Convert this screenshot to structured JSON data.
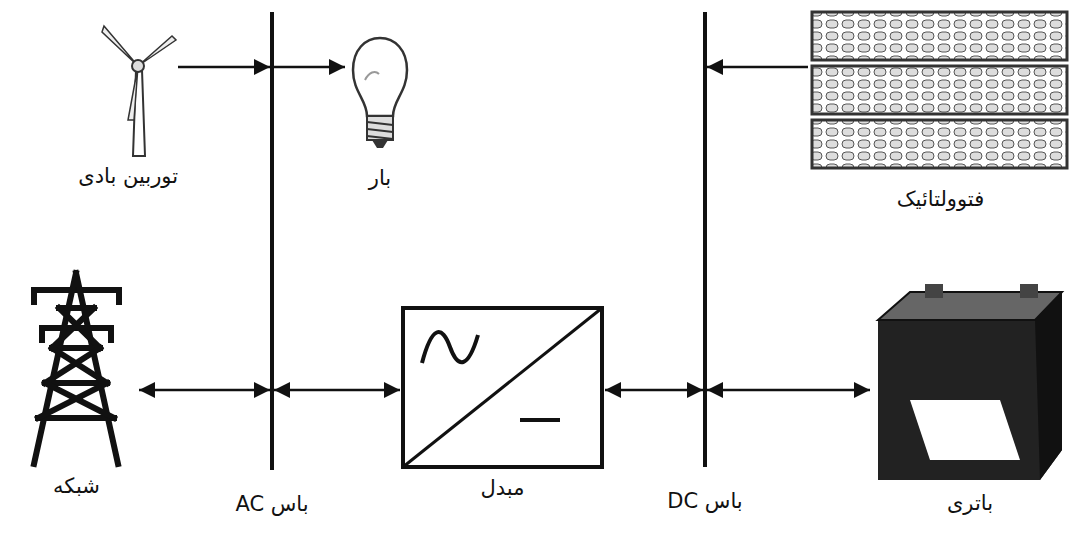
{
  "diagram": {
    "nodes": [
      {
        "text": [
          "توربین بادی"
        ]
      },
      {
        "text": [
          "بار"
        ]
      },
      {
        "text": [
          "فتوولتائیک"
        ]
      },
      {
        "text": [
          "شبکه"
        ]
      },
      {
        "text": [
          "باس AC"
        ]
      },
      {
        "text": [
          "مبدل"
        ]
      },
      {
        "text": [
          "باس DC"
        ]
      },
      {
        "text": [
          "باتری"
        ]
      }
    ],
    "edges": [
      {
        "from": 0,
        "to": 4,
        "arrow": "to"
      },
      {
        "from": 4,
        "to": 1,
        "arrow": "to"
      },
      {
        "from": 2,
        "to": 6,
        "arrow": "to"
      },
      {
        "from": 3,
        "to": 4,
        "arrow": "both"
      },
      {
        "from": 4,
        "to": 5,
        "arrow": "both"
      },
      {
        "from": 5,
        "to": 6,
        "arrow": "both"
      },
      {
        "from": 6,
        "to": 7,
        "arrow": "both"
      }
    ]
  }
}
